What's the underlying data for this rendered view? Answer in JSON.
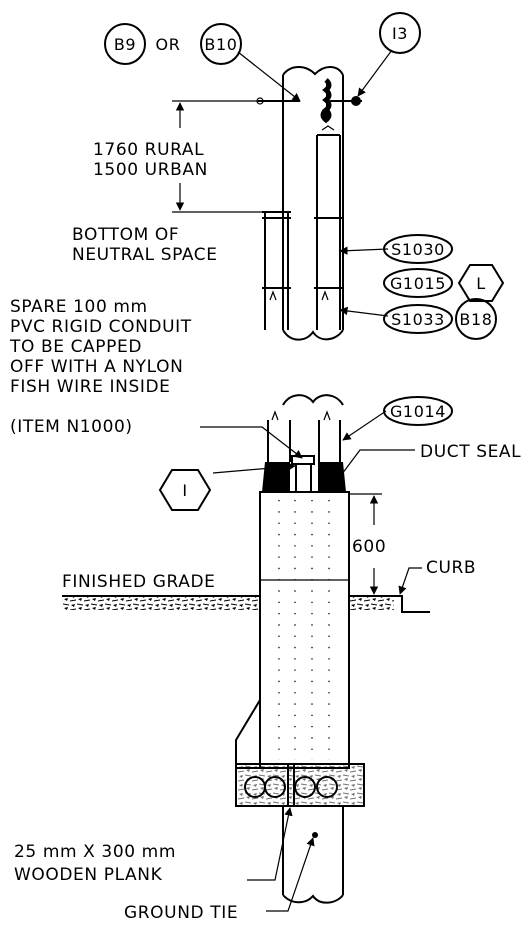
{
  "callouts": {
    "b9": "B9",
    "or_text": "OR",
    "b10": "B10",
    "i13": "I3",
    "s1030": "S1030",
    "g1015": "G1015",
    "l": "L",
    "s1033": "S1033",
    "b18": "B18",
    "g1014": "G1014",
    "i1": "I"
  },
  "labels": {
    "rural": "1760 RURAL",
    "urban": "1500 URBAN",
    "bottom1": "BOTTOM OF",
    "bottom2": "NEUTRAL SPACE",
    "spare1": "SPARE 100 mm",
    "spare2": "PVC RIGID CONDUIT",
    "spare3": "TO BE CAPPED",
    "spare4": "OFF WITH A NYLON",
    "spare5": "FISH WIRE INSIDE",
    "spare6": "(ITEM N1000)",
    "duct_seal": "DUCT SEAL",
    "dim_600": "600",
    "finished_grade": "FINISHED GRADE",
    "curb": "CURB",
    "plank1": "25 mm X 300 mm",
    "plank2": "WOODEN PLANK",
    "ground_tie": "GROUND TIE"
  }
}
